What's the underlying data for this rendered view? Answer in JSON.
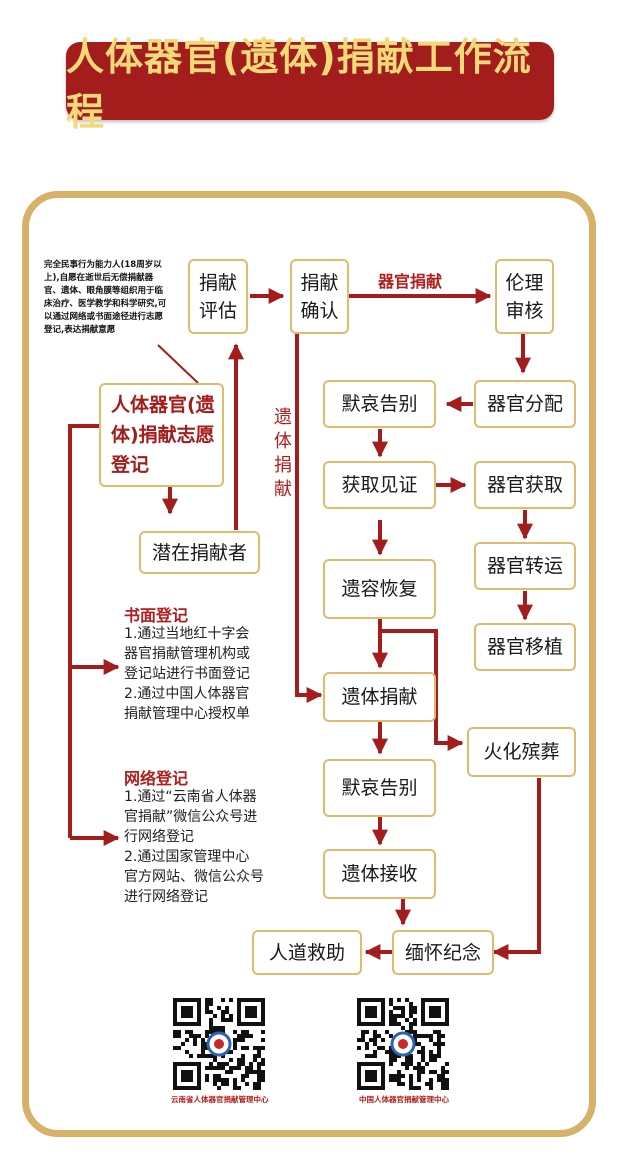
{
  "title": "人体器官(遗体)捐献工作流程",
  "colors": {
    "accent": "#a31d1d",
    "gold": "#d5b267",
    "box_border": "#e0bb6b",
    "title_text": "#f2d97a"
  },
  "note": "完全民事行为能力人(18周岁以上),自愿在逝世后无偿捐献器官、遗体、眼角膜等组织用于临床治疗、医学教学和科学研究,可以通过网络或书面途径进行志愿登记,表达捐献意愿",
  "nodes": {
    "register": "人体器官(遗体)捐献志愿登记",
    "potential": "潜在捐献者",
    "assess": "捐献评估",
    "confirm": "捐献确认",
    "ethics": "伦理审核",
    "allocate": "器官分配",
    "farewell1": "默哀告别",
    "witness": "获取见证",
    "procure": "器官获取",
    "transport": "器官转运",
    "restore": "遗容恢复",
    "transplant": "器官移植",
    "body_donation": "遗体捐献",
    "cremation": "火化殡葬",
    "farewell2": "默哀告别",
    "body_receive": "遗体接收",
    "memorial": "缅怀纪念",
    "humanitarian": "人道救助"
  },
  "labels": {
    "organ_donation": "器官捐献",
    "body_donation_vertical": "遗体捐献"
  },
  "written": {
    "title": "书面登记",
    "lines": [
      "1.通过当地红十字会",
      "器官捐献管理机构或",
      "登记站进行书面登记",
      "2.通过中国人体器官",
      "捐献管理中心授权单"
    ]
  },
  "online": {
    "title": "网络登记",
    "lines": [
      "1.通过“云南省人体器",
      "官捐献”微信公众号进",
      "行网络登记",
      "2.通过国家管理中心",
      "官方网站、微信公众号",
      "进行网络登记"
    ]
  },
  "qr": [
    {
      "caption": "云南省人体器官捐献管理中心"
    },
    {
      "caption": "中国人体器官捐献管理中心"
    }
  ]
}
